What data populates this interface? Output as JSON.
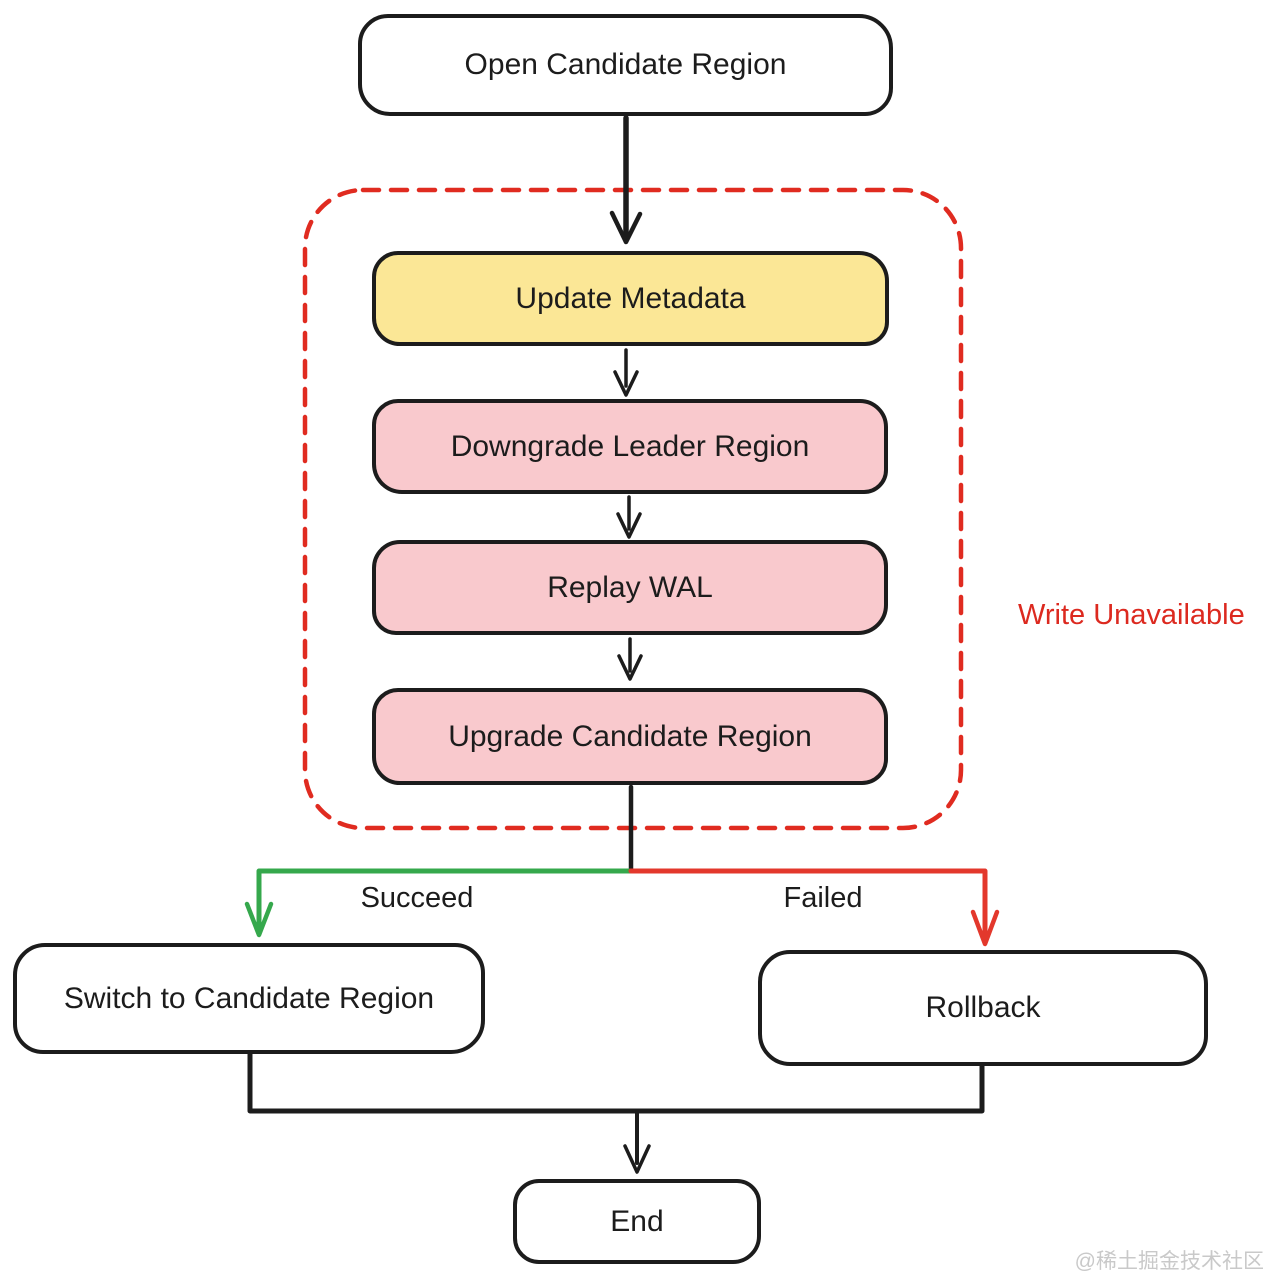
{
  "flowchart": {
    "nodes": {
      "open_candidate_region": {
        "label": "Open Candidate Region",
        "fill": "#ffffff"
      },
      "update_metadata": {
        "label": "Update Metadata",
        "fill": "#fbe796"
      },
      "downgrade_leader_region": {
        "label": "Downgrade Leader Region",
        "fill": "#f9c9cd"
      },
      "replay_wal": {
        "label": "Replay WAL",
        "fill": "#f9c9cd"
      },
      "upgrade_candidate_region": {
        "label": "Upgrade Candidate Region",
        "fill": "#f9c9cd"
      },
      "switch_to_candidate_region": {
        "label": "Switch to Candidate Region",
        "fill": "#ffffff"
      },
      "rollback": {
        "label": "Rollback",
        "fill": "#ffffff"
      },
      "end": {
        "label": "End",
        "fill": "#ffffff"
      }
    },
    "edges": {
      "succeed": {
        "label": "Succeed",
        "from": "upgrade_candidate_region",
        "to": "switch_to_candidate_region",
        "color": "#35a84c"
      },
      "failed": {
        "label": "Failed",
        "from": "upgrade_candidate_region",
        "to": "rollback",
        "color": "#e3382c"
      }
    },
    "annotations": {
      "write_unavailable": {
        "label": "Write Unavailable",
        "color": "#dc291f"
      }
    },
    "dashed_group": {
      "members": [
        "update_metadata",
        "downgrade_leader_region",
        "replay_wal",
        "upgrade_candidate_region"
      ],
      "border_color": "#e02b20"
    },
    "colors": {
      "node_stroke": "#1c1c1c",
      "arrow_black": "#1c1c1c",
      "success_green": "#35a84c",
      "fail_red": "#e3382c",
      "dashed_red": "#e02b20",
      "annotation_red": "#dc291f",
      "yellow_fill": "#fbe796",
      "pink_fill": "#f9c9cd",
      "watermark_gray": "#c9c9c9"
    },
    "watermark": "@稀土掘金技术社区"
  }
}
